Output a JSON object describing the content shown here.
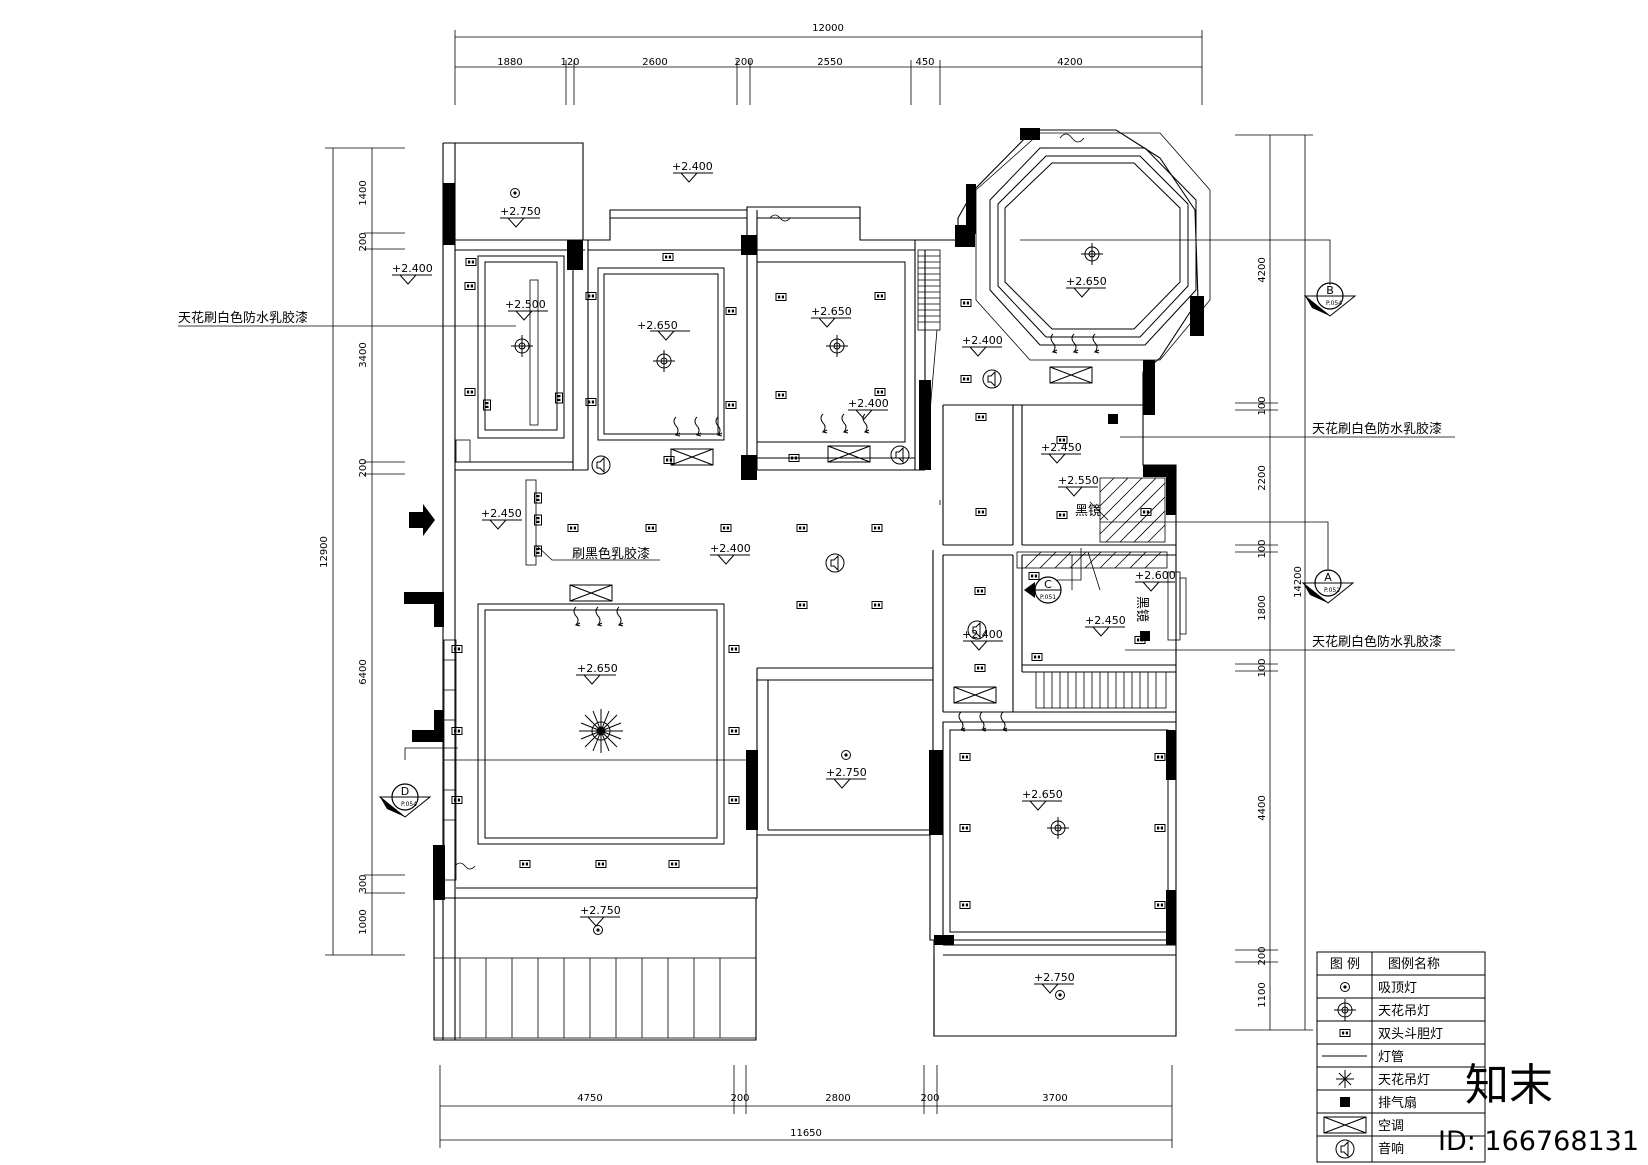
{
  "dimensions": {
    "top_total": "12000",
    "top": [
      "1880",
      "120",
      "2600",
      "200",
      "2550",
      "450",
      "4200"
    ],
    "bottom": [
      "4750",
      "200",
      "2800",
      "200",
      "3700"
    ],
    "bottom_total": "11650",
    "left": [
      "1400",
      "200",
      "3400",
      "200",
      "6400",
      "300",
      "1000"
    ],
    "left_total": "12900",
    "right": [
      "4200",
      "100",
      "2200",
      "100",
      "1800",
      "100",
      "4400",
      "200",
      "1100"
    ],
    "right_total": "14200"
  },
  "elevations": {
    "balcony_top": "+2.750",
    "corridor_top": "+2.400",
    "left_strip": "+2.400",
    "bath_left": "+2.500",
    "bedroom1": "+2.650",
    "bedroom2": "+2.650",
    "octagon": "+2.650",
    "hall_right": "+2.400",
    "bedroom2_bay": "+2.400",
    "bath_right": "+2.450",
    "mirror_area": "+2.550",
    "entry": "+2.450",
    "living": "+2.400",
    "kitchen": "+2.600",
    "kitchen_low": "+2.450",
    "small_room": "+2.400",
    "dining": "+2.650",
    "center_lower": "+2.750",
    "bedroom_lr": "+2.650",
    "balcony_bl": "+2.750",
    "balcony_br": "+2.750"
  },
  "annotations": {
    "left_note": "天花刷白色防水乳胶漆",
    "right_note_1": "天花刷白色防水乳胶漆",
    "right_note_2": "天花刷白色防水乳胶漆",
    "black_paint": "刷黑色乳胶漆",
    "mirror_1": "黑镜",
    "mirror_2": "黑镜"
  },
  "section_markers": [
    {
      "letter": "B",
      "ref": "P.054"
    },
    {
      "letter": "A",
      "ref": "P.052"
    },
    {
      "letter": "C",
      "ref": "P.051"
    },
    {
      "letter": "D",
      "ref": "P.054"
    }
  ],
  "legend": {
    "header_symbol": "图 例",
    "header_name": "图例名称",
    "items": [
      {
        "icon": "ceiling-light-icon",
        "label": "吸顶灯"
      },
      {
        "icon": "chandelier-icon",
        "label": "天花吊灯"
      },
      {
        "icon": "double-spotlight-icon",
        "label": "双头斗胆灯"
      },
      {
        "icon": "light-tube-icon",
        "label": "灯管"
      },
      {
        "icon": "starburst-chandelier-icon",
        "label": "天花吊灯"
      },
      {
        "icon": "exhaust-fan-icon",
        "label": "排气扇"
      },
      {
        "icon": "air-conditioner-icon",
        "label": "空调"
      },
      {
        "icon": "speaker-icon",
        "label": "音响"
      }
    ]
  },
  "watermark": {
    "logo": "知末",
    "id_text": "ID: 166768131"
  }
}
